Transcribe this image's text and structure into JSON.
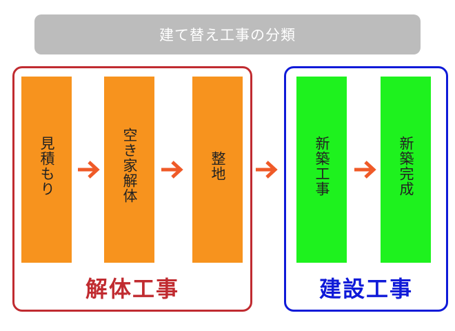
{
  "title": "建て替え工事の分類",
  "groups": {
    "demolition": {
      "label": "解体工事",
      "color": "#c02b30",
      "steps": [
        {
          "label": "見積もり",
          "color": "#f7931e"
        },
        {
          "label": "空き家解体",
          "color": "#f7931e"
        },
        {
          "label": "整地",
          "color": "#f7931e"
        }
      ]
    },
    "construction": {
      "label": "建設工事",
      "color": "#0f1ad8",
      "steps": [
        {
          "label": "新築工事",
          "color": "#1ef21e"
        },
        {
          "label": "新築完成",
          "color": "#1ef21e"
        }
      ]
    }
  },
  "arrow_color": "#ef5a28",
  "arrow_icon": "arrow-right-icon"
}
